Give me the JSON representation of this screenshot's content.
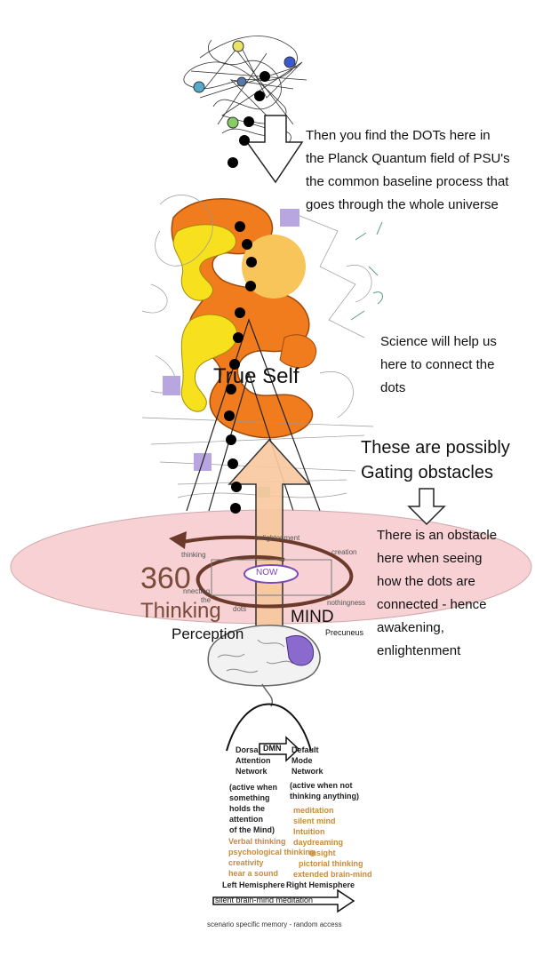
{
  "annotations": {
    "dots_planck": [
      "Then you find the DOTs here in",
      "the Planck Quantum field of PSU's",
      "the common baseline process that",
      "goes through the whole universe"
    ],
    "science": [
      "Science will help us",
      "here to connect the",
      "dots"
    ],
    "gating": [
      "These are possibly",
      "Gating obstacles"
    ],
    "obstacle": [
      "There is an obstacle",
      "here when seeing",
      "how the dots are",
      "connected - hence",
      "awakening,",
      "enlightenment"
    ]
  },
  "labels": {
    "true_self": "True Self",
    "mind": "MIND",
    "now": "NOW",
    "deg360": "360",
    "thinking_big": "Thinking",
    "perception": "Perception",
    "precuneus": "Precuneus",
    "thinking_small": "thinking",
    "creation": "creation",
    "nothingness": "nothingness",
    "connecting": "nnecting",
    "the": "the",
    "dots_small": "dots",
    "enlightenment_small": "enlightenment"
  },
  "networks": {
    "dorsal": [
      "Dorsal",
      "Attention",
      "Network"
    ],
    "dmn": "DMN",
    "default": [
      "Default",
      "Mode",
      "Network"
    ],
    "dorsal_desc": [
      "(active when",
      "something",
      "holds the",
      "attention",
      "of the Mind)"
    ],
    "default_desc": [
      "(active when not",
      "thinking anything)"
    ],
    "default_orange": [
      "meditation",
      "silent mind",
      "Intuition",
      "daydreaming",
      "insight",
      "pictorial thinking",
      "extended brain-mind"
    ],
    "dorsal_orange": [
      "Verbal thinking",
      "psychological thinking",
      "creativity",
      "hear a sound"
    ],
    "left_hemisphere": "Left Hemisphere",
    "right_hemisphere": "Right Hemisphere",
    "arrow_text": "silent brain-mind meditation",
    "footer": "scenario specific memory - random access"
  },
  "colors": {
    "orange": "#f07c1e",
    "yellow": "#f7e01e",
    "sun": "#f7c55a",
    "pink": "#f6c9cc",
    "arrow": "#f8c9a0",
    "purple": "#8a6acc",
    "brown": "#6b3a2a",
    "text_orange": "#c98a3a"
  }
}
